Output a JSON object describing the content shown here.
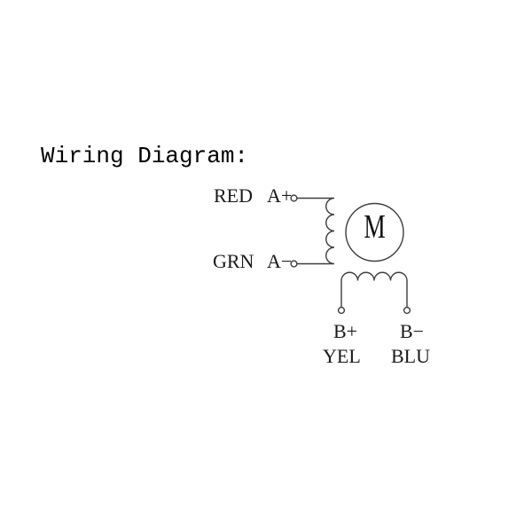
{
  "title": "Wiring Diagram:",
  "motor": {
    "label": "M"
  },
  "terminals": {
    "a_plus": {
      "label": "A+",
      "wire_color": "RED"
    },
    "a_minus": {
      "label": "A−",
      "wire_color": "GRN"
    },
    "b_plus": {
      "label": "B+",
      "wire_color": "YEL"
    },
    "b_minus": {
      "label": "B−",
      "wire_color": "BLU"
    }
  },
  "colors": {
    "background": "#ffffff",
    "line": "#3d3d3d",
    "text": "#1a1a1a"
  }
}
